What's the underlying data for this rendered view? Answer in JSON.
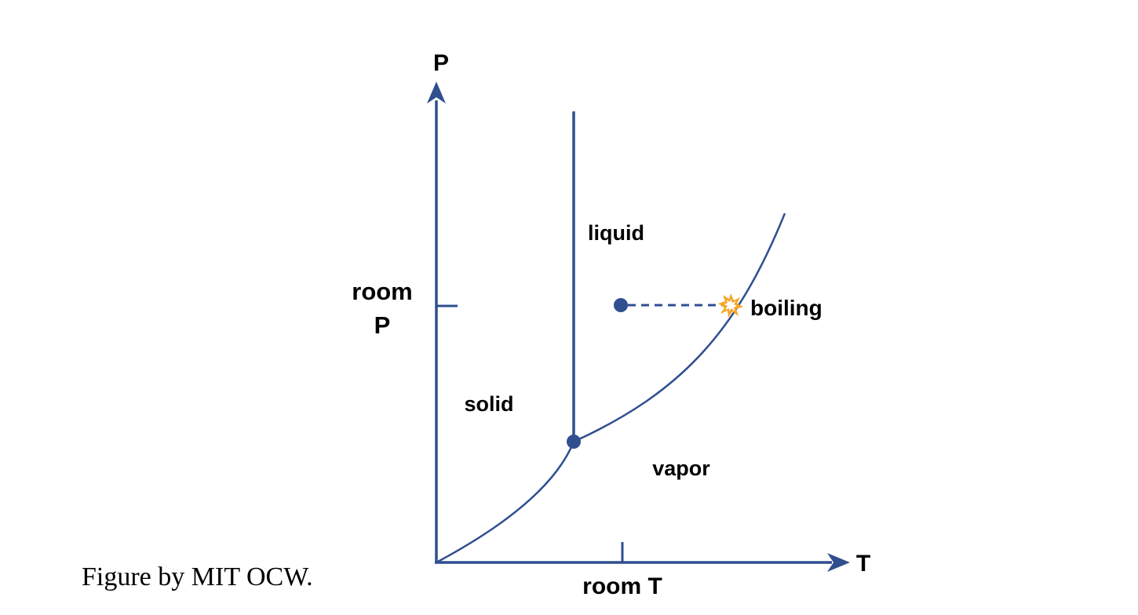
{
  "diagram": {
    "axes": {
      "y_label": "P",
      "x_label": "T"
    },
    "ticks": {
      "room_p_line1": "room",
      "room_p_line2": "P",
      "room_t": "room T"
    },
    "regions": {
      "liquid": "liquid",
      "solid": "solid",
      "vapor": "vapor"
    },
    "annotations": {
      "boiling": "boiling"
    },
    "credit": "Figure by MIT OCW.",
    "colors": {
      "line": "#2f4f8f",
      "burst_outer": "#f5a623",
      "burst_inner": "#ffffff",
      "text": "#000000"
    }
  }
}
